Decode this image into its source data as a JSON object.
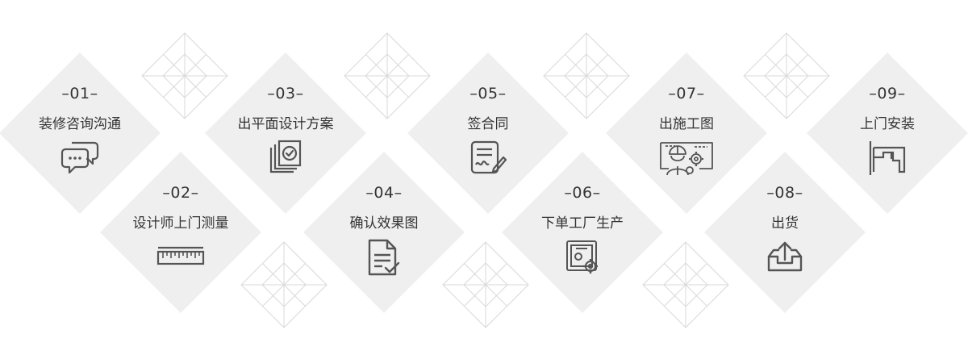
{
  "steps": [
    {
      "number": "01",
      "label": "装修咨询沟通",
      "icon": "chat-bubbles-icon"
    },
    {
      "number": "02",
      "label": "设计师上门测量",
      "icon": "ruler-icon"
    },
    {
      "number": "03",
      "label": "出平面设计方案",
      "icon": "approved-documents-icon"
    },
    {
      "number": "04",
      "label": "确认效果图",
      "icon": "document-check-icon"
    },
    {
      "number": "05",
      "label": "签合同",
      "icon": "signed-contract-icon"
    },
    {
      "number": "06",
      "label": "下单工厂生产",
      "icon": "factory-machine-icon"
    },
    {
      "number": "07",
      "label": "出施工图",
      "icon": "engineer-blueprint-icon"
    },
    {
      "number": "08",
      "label": "出货",
      "icon": "shipping-box-icon"
    },
    {
      "number": "09",
      "label": "上门安装",
      "icon": "wall-corner-install-icon"
    }
  ],
  "colors": {
    "diamond_fill": "#efefef",
    "text": "#333333",
    "icon_stroke": "#555555",
    "decoration_line": "#d9d9d9"
  }
}
